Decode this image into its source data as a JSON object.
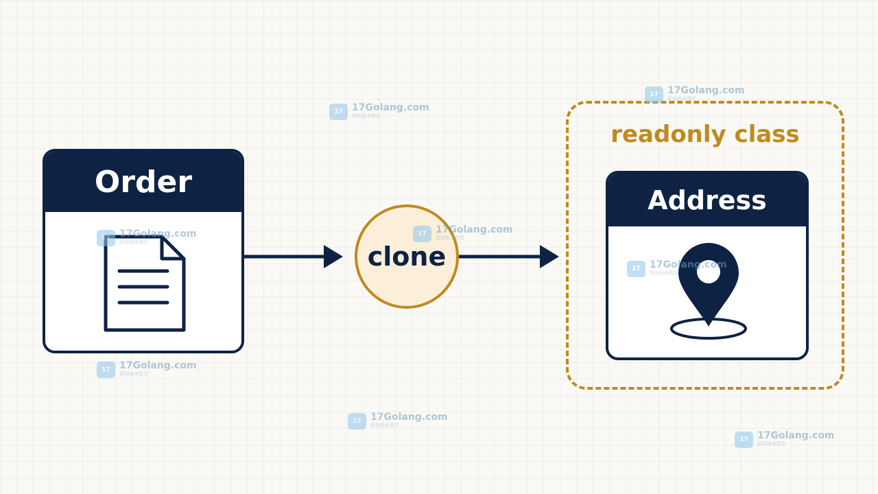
{
  "order_card": {
    "title": "Order",
    "icon": "document-icon"
  },
  "clone_node": {
    "label": "clone"
  },
  "readonly_region": {
    "label": "readonly class"
  },
  "address_card": {
    "title": "Address",
    "icon": "location-pin-icon"
  },
  "watermark": {
    "text": "17Golang.com",
    "subtext": "原创技术图文"
  },
  "colors": {
    "navy": "#0e2244",
    "gold": "#c08a1e",
    "clone_fill": "#fcefd9",
    "background": "#faf9f5"
  }
}
